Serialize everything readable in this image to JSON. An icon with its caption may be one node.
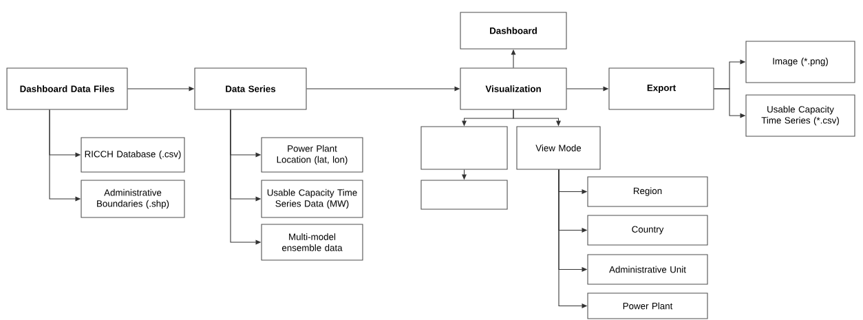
{
  "diagram": {
    "nodes": [
      {
        "text": [
          "Dashboard Data Files"
        ]
      },
      {
        "text": [
          "RICCH Database (.csv)"
        ]
      },
      {
        "text": [
          "Administrative Boundaries (.shp)"
        ]
      },
      {
        "text": [
          "Data Series"
        ]
      },
      {
        "text": [
          "Power Plant Location (lat, lon)"
        ]
      },
      {
        "text": [
          "Usable Capacity Time Series Data (MW)"
        ]
      },
      {
        "text": [
          "Multi-model ensemble data"
        ]
      },
      {
        "text": [
          "Dashboard"
        ]
      },
      {
        "text": [
          "Visualization"
        ]
      },
      {
        "text": [
          "Export"
        ]
      },
      {
        "text": [
          "Image (*.png)"
        ]
      },
      {
        "text": [
          "Usable Capacity Time Series (*.csv)"
        ]
      },
      {
        "text": [],
        "shape": "box"
      },
      {
        "text": [],
        "shape": "box"
      },
      {
        "text": [
          "View Mode"
        ]
      },
      {
        "text": [
          "Region"
        ]
      },
      {
        "text": [
          "Country"
        ]
      },
      {
        "text": [
          "Administrative Unit"
        ]
      },
      {
        "text": [
          "Power Plant"
        ]
      }
    ],
    "edges": [
      {
        "from": 0,
        "to": 3,
        "arrow": "to"
      },
      {
        "from": 0,
        "to": 1,
        "arrow": "to"
      },
      {
        "from": 0,
        "to": 2,
        "arrow": "to"
      },
      {
        "from": 3,
        "to": 8,
        "arrow": "to"
      },
      {
        "from": 3,
        "to": 4,
        "arrow": "to"
      },
      {
        "from": 3,
        "to": 5,
        "arrow": "to"
      },
      {
        "from": 3,
        "to": 6,
        "arrow": "to"
      },
      {
        "from": 8,
        "to": 7,
        "arrow": "to"
      },
      {
        "from": 8,
        "to": 9,
        "arrow": "to"
      },
      {
        "from": 9,
        "to": 10,
        "arrow": "to"
      },
      {
        "from": 9,
        "to": 11,
        "arrow": "to"
      },
      {
        "from": 8,
        "to": 12,
        "arrow": "to"
      },
      {
        "from": 8,
        "to": 14,
        "arrow": "to"
      },
      {
        "from": 12,
        "to": 13,
        "arrow": "to"
      },
      {
        "from": 14,
        "to": 15,
        "arrow": "to"
      },
      {
        "from": 14,
        "to": 16,
        "arrow": "to"
      },
      {
        "from": 14,
        "to": 17,
        "arrow": "to"
      },
      {
        "from": 14,
        "to": 18,
        "arrow": "to"
      }
    ]
  }
}
